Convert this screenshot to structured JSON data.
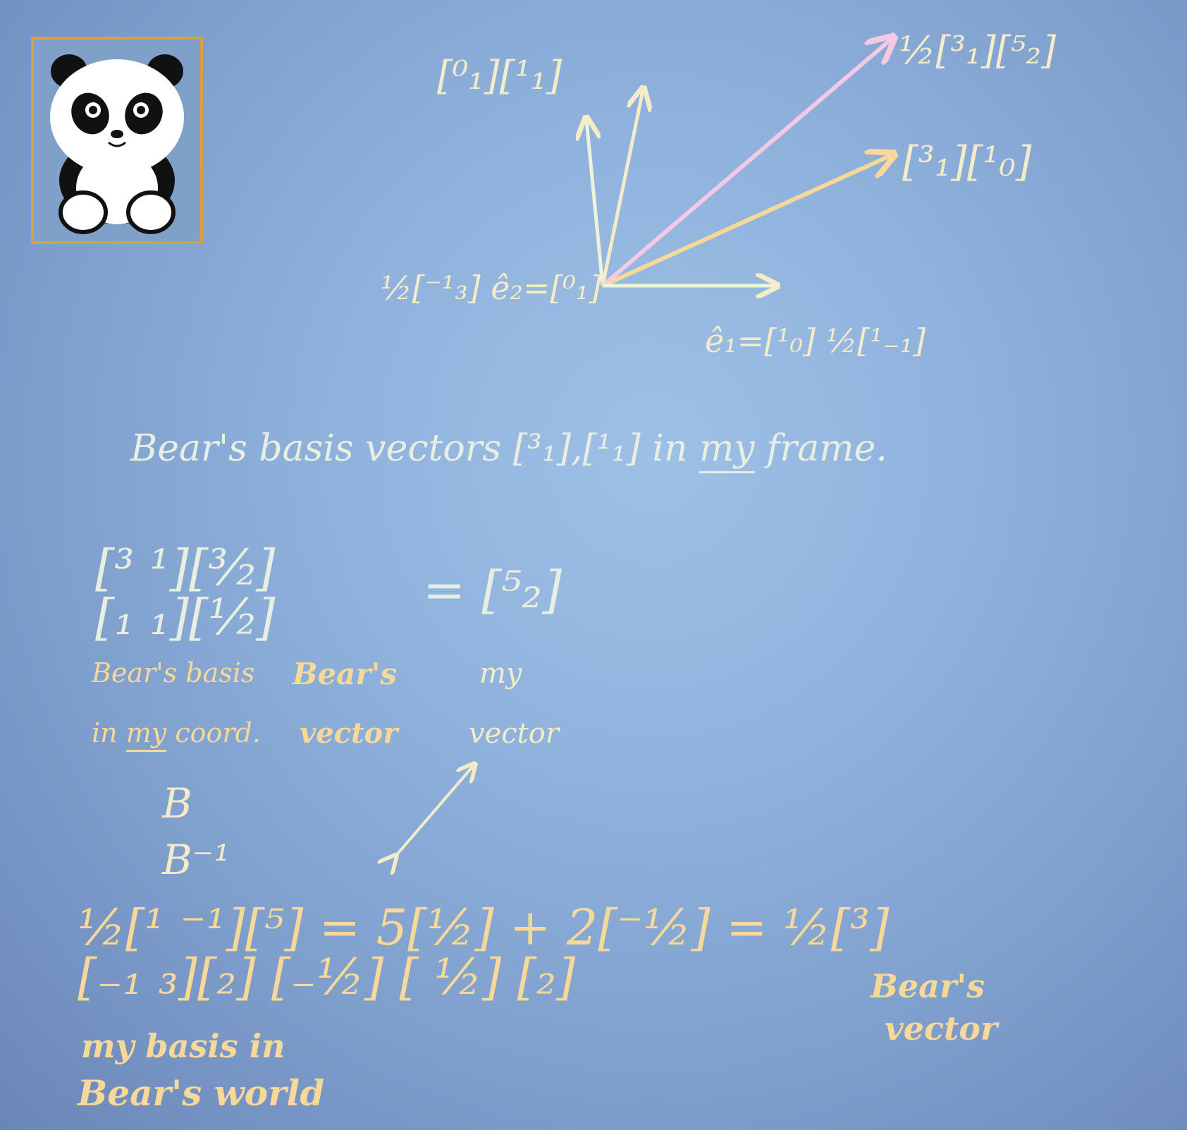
{
  "diagram": {
    "labels": {
      "top_left": "[⁰₁][¹₁]",
      "top_right": "½[³₁][⁵₂]",
      "right_mid": "[³₁][¹₀]",
      "left_mid": "½[⁻¹₃] ê₂=[⁰₁]",
      "bottom_mid": "ê₁=[¹₀] ½[¹₋₁]"
    }
  },
  "caption": {
    "prefix": "Bear's basis vectors [³₁],[¹₁] in",
    "my": "my",
    "suffix": "frame."
  },
  "equation1": {
    "lhs": "[³ ¹][³⁄₂]",
    "lhs2": "[₁ ₁][¹⁄₂]",
    "rhs": "= [⁵₂]",
    "notes": {
      "basis_line1": "Bear's basis",
      "basis_my": "my",
      "basis_line2_prefix": "in",
      "basis_line2_suffix": "coord.",
      "vector_line1": "Bear's",
      "vector_line2": "vector",
      "my_line1": "my",
      "my_line2": "vector"
    }
  },
  "symbols": {
    "b": "B",
    "b_inv": "B⁻¹"
  },
  "equation2": {
    "expr": "½[¹ ⁻¹][⁵] = 5[½] + 2[⁻½] = ½[³]",
    "expr2": "[₋₁ ₃][₂]   [₋½]   [ ½]    [₂]",
    "note_left1": "my basis in",
    "note_left2": "Bear's world",
    "note_right1": "Bear's",
    "note_right2": "vector"
  },
  "colors": {
    "cream": "#f4ecc8",
    "gold": "#f6d898",
    "pink": "#f3c9e6",
    "frame": "#d9a13c"
  }
}
